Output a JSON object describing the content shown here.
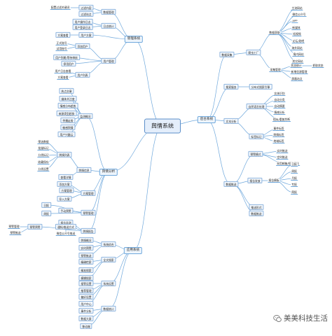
{
  "mindmap": {
    "root": "舆情系统",
    "branches": [
      {
        "label": "管理系统",
        "children": [
          {
            "label": "数据管理",
            "children": [
              {
                "label": "过滤内容",
                "children": [
                  {
                    "label": "配置过滤关键词"
                  }
                ]
              },
              {
                "label": "过滤站点"
              }
            ]
          },
          {
            "label": "日志统计",
            "children": [
              {
                "label": "用户操作日志"
              },
              {
                "label": "用户登录日志"
              }
            ]
          },
          {
            "label": "用户方案",
            "children": [
              {
                "label": "方案查看"
              }
            ]
          },
          {
            "label": "用户管理",
            "children": [
              {
                "label": "添加用户",
                "children": [
                  {
                    "label": "正式账号"
                  },
                  {
                    "label": "试用账号"
                  }
                ]
              },
              {
                "label": "用户到期/等待审核"
              },
              {
                "label": "停用用户"
              },
              {
                "label": "用户列表",
                "children": [
                  {
                    "label": "用户日志查看"
                  },
                  {
                    "label": "方案查看"
                  }
                ]
              }
            ]
          }
        ]
      },
      {
        "label": "后台系统",
        "children": [
          {
            "label": "数据采集",
            "children": [
              {
                "label": "爬虫工厂",
                "children": [
                  {
                    "label": "数据获取",
                    "children": [
                      {
                        "label": "主流网站"
                      },
                      {
                        "label": "微信公众号"
                      },
                      {
                        "label": "APP"
                      },
                      {
                        "label": "新媒体"
                      },
                      {
                        "label": "短视频"
                      },
                      {
                        "label": "论坛/贴吧"
                      },
                      {
                        "label": "海外网站"
                      },
                      {
                        "label": "境内网站"
                      },
                      {
                        "label": "其它网站"
                      }
                    ]
                  },
                  {
                    "label": "采集管理",
                    "children": [
                      {
                        "label": "状态统计",
                        "children": [
                          {
                            "label": "抓取状态"
                          }
                        ]
                      },
                      {
                        "label": "新增信源管理"
                      },
                      {
                        "label": "屏蔽站点"
                      }
                    ]
                  }
                ]
              }
            ]
          },
          {
            "label": "搜索服务",
            "children": [
              {
                "label": "分布式搜索引擎"
              }
            ]
          },
          {
            "label": "文本分析",
            "children": [
              {
                "label": "自然语言处理",
                "children": [
                  {
                    "label": "实体识别"
                  },
                  {
                    "label": "自动分类"
                  },
                  {
                    "label": "自动摘要"
                  },
                  {
                    "label": "情感分析"
                  },
                  {
                    "label": "相似/重复判断"
                  }
                ]
              },
              {
                "label": "标签标记",
                "children": [
                  {
                    "label": "事件标签"
                  },
                  {
                    "label": "舆情标签"
                  },
                  {
                    "label": "地域标签"
                  }
                ]
              }
            ]
          },
          {
            "label": "数据推送",
            "children": [
              {
                "label": "预警模式",
                "children": [
                  {
                    "label": "实时推送"
                  },
                  {
                    "label": "定时推送"
                  },
                  {
                    "label": "采用邮箱/短信推送"
                  }
                ]
              },
              {
                "label": "报告发放",
                "children": [
                  {
                    "label": "报告模板",
                    "children": [
                      {
                        "label": "日报"
                      },
                      {
                        "label": "周报"
                      },
                      {
                        "label": "月报"
                      },
                      {
                        "label": "专报"
                      },
                      {
                        "label": "简报"
                      }
                    ]
                  }
                ]
              },
              {
                "label": "推送形式"
              },
              {
                "label": "数据推送"
              }
            ]
          }
        ]
      },
      {
        "label": "舆情分析",
        "children": [
          {
            "label": "监测概况",
            "children": [
              {
                "label": "热点文章"
              },
              {
                "label": "媒体关注度"
              },
              {
                "label": "情感分布趋势"
              },
              {
                "label": "来源类型趋势"
              },
              {
                "label": "传播走势"
              },
              {
                "label": "敏感舆情"
              },
              {
                "label": "用户兴趣云"
              }
            ]
          },
          {
            "label": "舆情信息",
            "children": [
              {
                "label": "舆情列表",
                "children": [
                  {
                    "label": "筛选数据"
                  },
                  {
                    "label": "批量标记"
                  },
                  {
                    "label": "分类标记"
                  },
                  {
                    "label": "收藏保存"
                  },
                  {
                    "label": "分类设置"
                  }
                ]
              },
              {
                "label": "查看详情"
              }
            ]
          },
          {
            "label": "方案管理",
            "children": [
              {
                "label": "添加方案"
              },
              {
                "label": "方案管理"
              },
              {
                "label": "导入方案"
              }
            ]
          },
          {
            "label": "预警管理",
            "children": [
              {
                "label": "手动预警"
              },
              {
                "label": "日报"
              },
              {
                "label": "周报"
              }
            ]
          },
          {
            "label": "舆情报告",
            "children": [
              {
                "label": "报告监测"
              },
              {
                "label": "预警预警",
                "children": [
                  {
                    "label": "预警管理"
                  },
                  {
                    "label": "预警推送"
                  }
                ]
              },
              {
                "label": "通知/推送方式",
                "children": [
                  {
                    "label": "微信公众号推送"
                  }
                ]
              }
            ]
          }
        ]
      },
      {
        "label": "应用系统",
        "children": [
          {
            "label": "系统综合",
            "children": [
              {
                "label": "舆情概况"
              },
              {
                "label": "实时预警"
              },
              {
                "label": "预警推送"
              }
            ]
          },
          {
            "label": "全文搜索",
            "children": [
              {
                "label": "精确检索"
              },
              {
                "label": "精准搜索"
              },
              {
                "label": "模糊搜索"
              }
            ]
          },
          {
            "label": "系统设置",
            "children": [
              {
                "label": "报警设置"
              },
              {
                "label": "推荐管理"
              },
              {
                "label": "偏好设置"
              },
              {
                "label": "用户中心"
              }
            ]
          },
          {
            "label": "数据统计",
            "children": [
              {
                "label": "事件分析"
              },
              {
                "label": "数据大屏"
              },
              {
                "label": "移动端"
              }
            ]
          }
        ]
      }
    ]
  },
  "watermark": {
    "text": "美美科技生活"
  }
}
